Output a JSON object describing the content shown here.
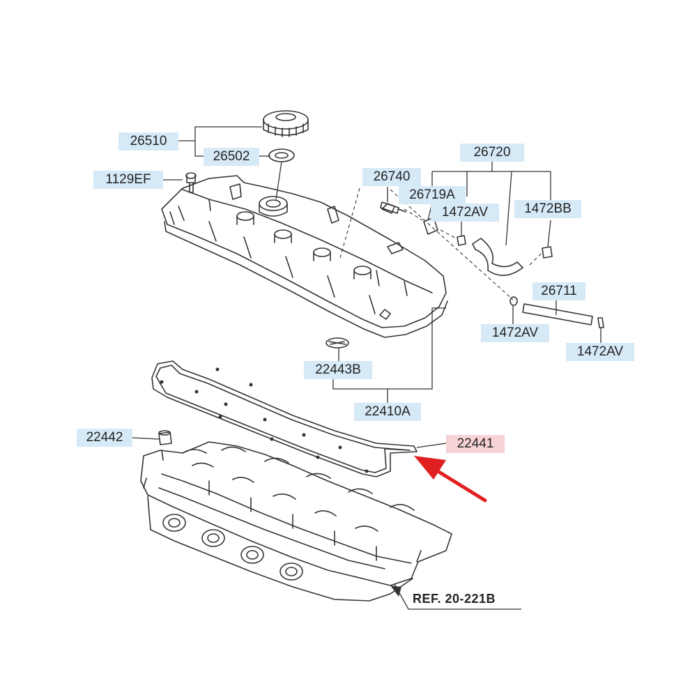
{
  "labels": {
    "p26510": "26510",
    "p26502": "26502",
    "p1129EF": "1129EF",
    "p26720": "26720",
    "p26740": "26740",
    "p26719A": "26719A",
    "p1472AV_top": "1472AV",
    "p1472BB": "1472BB",
    "p26711": "26711",
    "p1472AV_left": "1472AV",
    "p1472AV_right": "1472AV",
    "p22443B": "22443B",
    "p22410A": "22410A",
    "p22442": "22442",
    "p22441": "22441",
    "ref": "REF. 20-221B"
  },
  "colors": {
    "label_bg": "#d6e9f7",
    "highlight_bg": "#f7d3d6",
    "arrow": "#e02020",
    "line": "#333333"
  }
}
